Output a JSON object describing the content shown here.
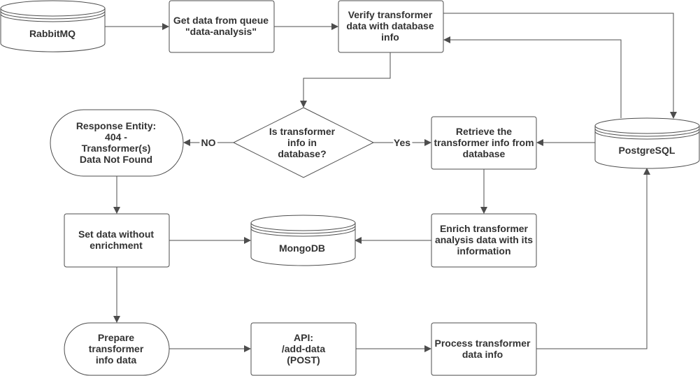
{
  "nodes": {
    "rabbitmq": {
      "lines": [
        "RabbitMQ"
      ]
    },
    "get_data": {
      "lines": [
        "Get data from queue",
        "\"data-analysis\""
      ]
    },
    "verify": {
      "lines": [
        "Verify transformer",
        "data with database",
        "info"
      ]
    },
    "decision": {
      "lines": [
        "Is transformer",
        "info in",
        "database?"
      ]
    },
    "response": {
      "lines": [
        "Response Entity:",
        "404 -",
        "Transformer(s)",
        "Data Not Found"
      ]
    },
    "retrieve": {
      "lines": [
        "Retrieve the",
        "transformer info from",
        "database"
      ]
    },
    "postgresql": {
      "lines": [
        "PostgreSQL"
      ]
    },
    "set_data": {
      "lines": [
        "Set data without",
        "enrichment"
      ]
    },
    "mongodb": {
      "lines": [
        "MongoDB"
      ]
    },
    "enrich": {
      "lines": [
        "Enrich transformer",
        "analysis data with its",
        "information"
      ]
    },
    "prepare": {
      "lines": [
        "Prepare",
        "transformer",
        "info data"
      ]
    },
    "api": {
      "lines": [
        "API:",
        "/add-data",
        "(POST)"
      ]
    },
    "process": {
      "lines": [
        "Process transformer",
        "data info"
      ]
    }
  },
  "edge_labels": {
    "no": "NO",
    "yes": "Yes"
  },
  "colors": {
    "stroke": "#4d4d4d",
    "text": "#333333",
    "fill": "#ffffff"
  }
}
